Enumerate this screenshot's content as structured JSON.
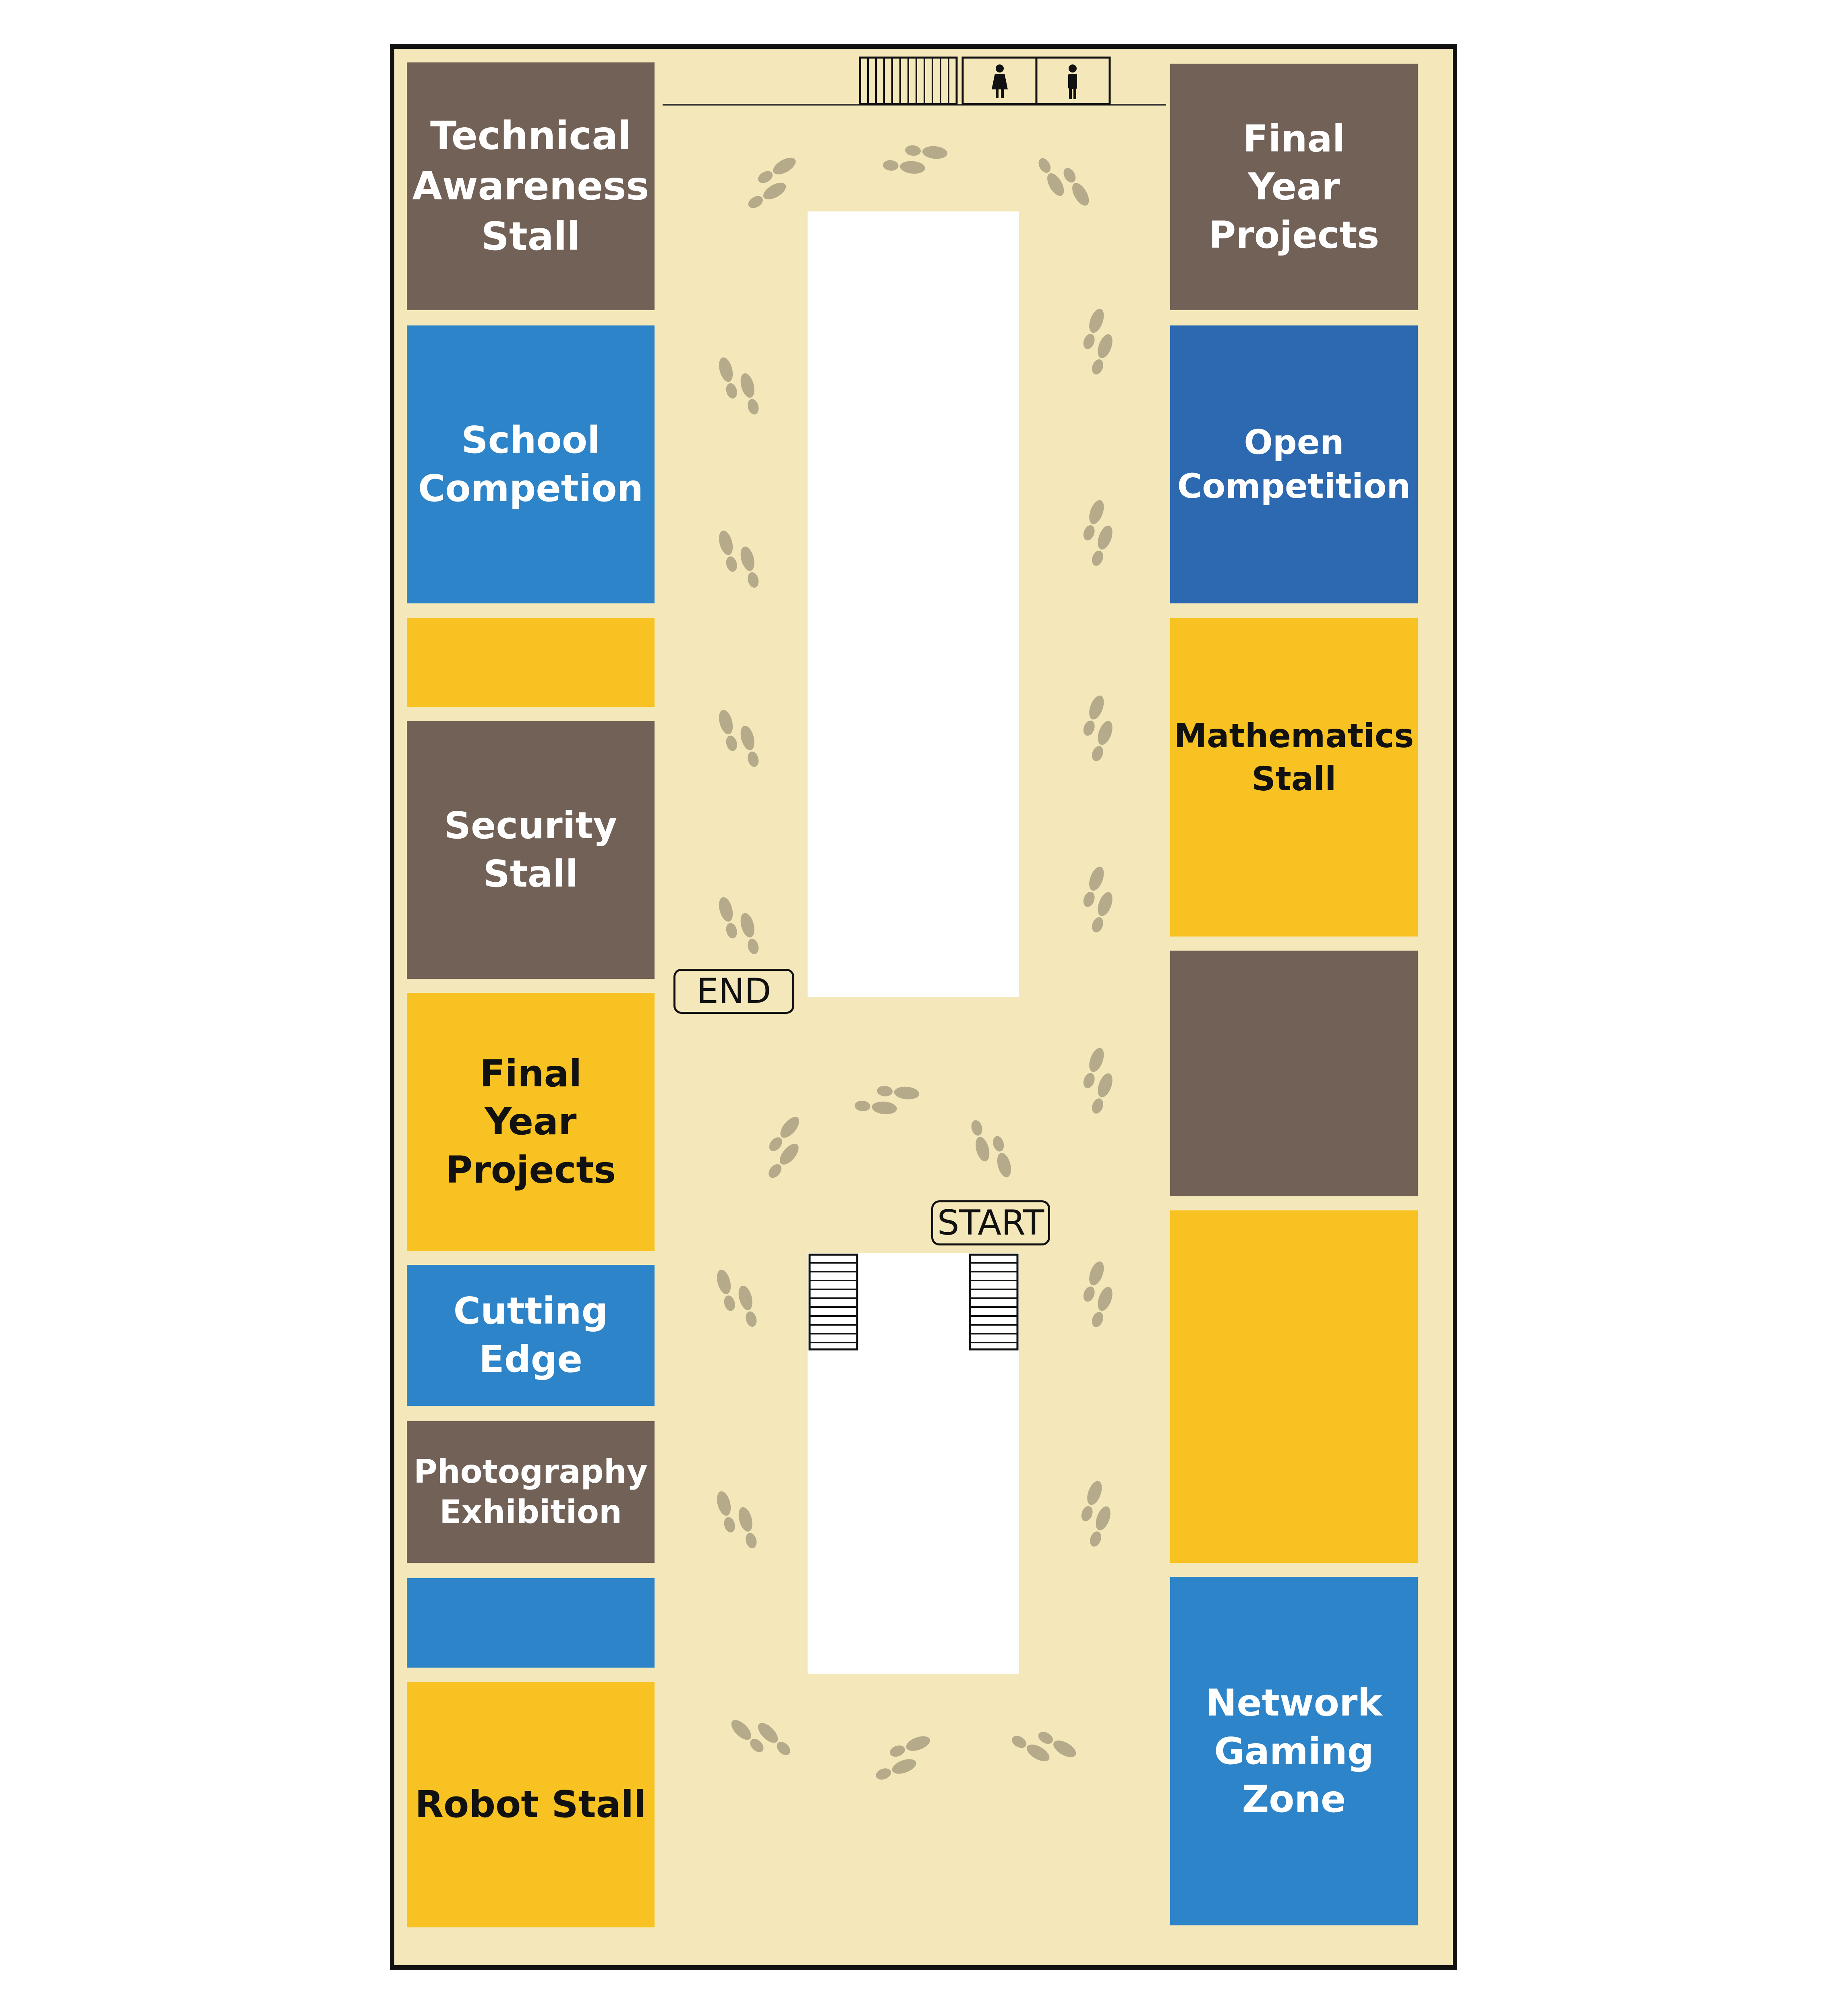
{
  "stalls_left": [
    {
      "key": "technical",
      "lines": [
        "Technical",
        "Awareness",
        "Stall"
      ]
    },
    {
      "key": "school",
      "lines": [
        "School",
        "Competion"
      ]
    },
    {
      "key": "left-yellow-blank",
      "lines": []
    },
    {
      "key": "security",
      "lines": [
        "Security",
        "Stall"
      ]
    },
    {
      "key": "final-year-left",
      "lines": [
        "Final",
        "Year",
        "Projects"
      ]
    },
    {
      "key": "cutting-edge",
      "lines": [
        "Cutting",
        "Edge"
      ]
    },
    {
      "key": "photography",
      "lines": [
        "Photography",
        "Exhibition"
      ]
    },
    {
      "key": "left-blue-blank",
      "lines": []
    },
    {
      "key": "robot",
      "lines": [
        "Robot Stall"
      ]
    }
  ],
  "stalls_right": [
    {
      "key": "final-year-right",
      "lines": [
        "Final",
        "Year",
        "Projects"
      ]
    },
    {
      "key": "open",
      "lines": [
        "Open",
        "Competition"
      ]
    },
    {
      "key": "mathematics",
      "lines": [
        "Mathematics",
        "Stall"
      ]
    },
    {
      "key": "right-brown-blank",
      "lines": []
    },
    {
      "key": "right-yellow-blank",
      "lines": []
    },
    {
      "key": "network",
      "lines": [
        "Network",
        "Gaming",
        "Zone"
      ]
    }
  ],
  "markers": {
    "start": "START",
    "end": "END"
  },
  "facilities": {
    "restroom_women": "women-restroom-icon",
    "restroom_men": "men-restroom-icon",
    "stairs": "stairs-icon"
  },
  "colors": {
    "floor": "#f4e8ba",
    "brown": "#726157",
    "blue": "#2d84c8",
    "dark_blue": "#2c69b0",
    "yellow": "#f8c322",
    "footprint": "#b5aa8a"
  }
}
